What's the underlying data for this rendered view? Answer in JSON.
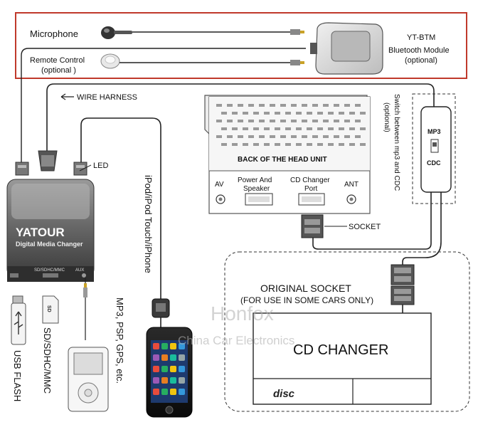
{
  "bluetooth_section": {
    "microphone_label": "Microphone",
    "remote_label_line1": "Remote Control",
    "remote_label_line2": "(optional )",
    "module_label_line1": "YT-BTM",
    "module_label_line2": "Bluetooth Module",
    "module_label_line3": "(optional)",
    "border_color": "#c0392b"
  },
  "harness": {
    "label": "WIRE HARNESS"
  },
  "changer_device": {
    "brand": "YATOUR",
    "subtitle": "Digital Media Changer",
    "led_label": "LED",
    "port_label": "SD/SDHC/MMC",
    "aux_label": "AUX"
  },
  "ipod": {
    "label": "iPod/iPod Touch/iPhone"
  },
  "head_unit": {
    "title": "BACK OF THE HEAD UNIT",
    "av_label": "AV",
    "speaker_label_line1": "Power And",
    "speaker_label_line2": "Speaker",
    "cd_port_label_line1": "CD Changer",
    "cd_port_label_line2": "Port",
    "ant_label": "ANT"
  },
  "socket_label": "SOCKET",
  "switch": {
    "caption_line1": "Switch between mp3 and CDC",
    "caption_line2": "(optional)",
    "mp3_label": "MP3",
    "cdc_label": "CDC"
  },
  "original_socket": {
    "line1": "ORIGINAL SOCKET",
    "line2": "(FOR USE IN SOME CARS ONLY)"
  },
  "cd_changer": {
    "label": "CD CHANGER",
    "disc_logo": "disc"
  },
  "media": {
    "usb_label": "USB FLASH",
    "sd_label": "SD/SDHC/MMC",
    "mp3_label": "MP3, PSP, GPS, etc."
  },
  "watermark": {
    "line1": "Honfox",
    "line2": "China Car Electronics"
  }
}
